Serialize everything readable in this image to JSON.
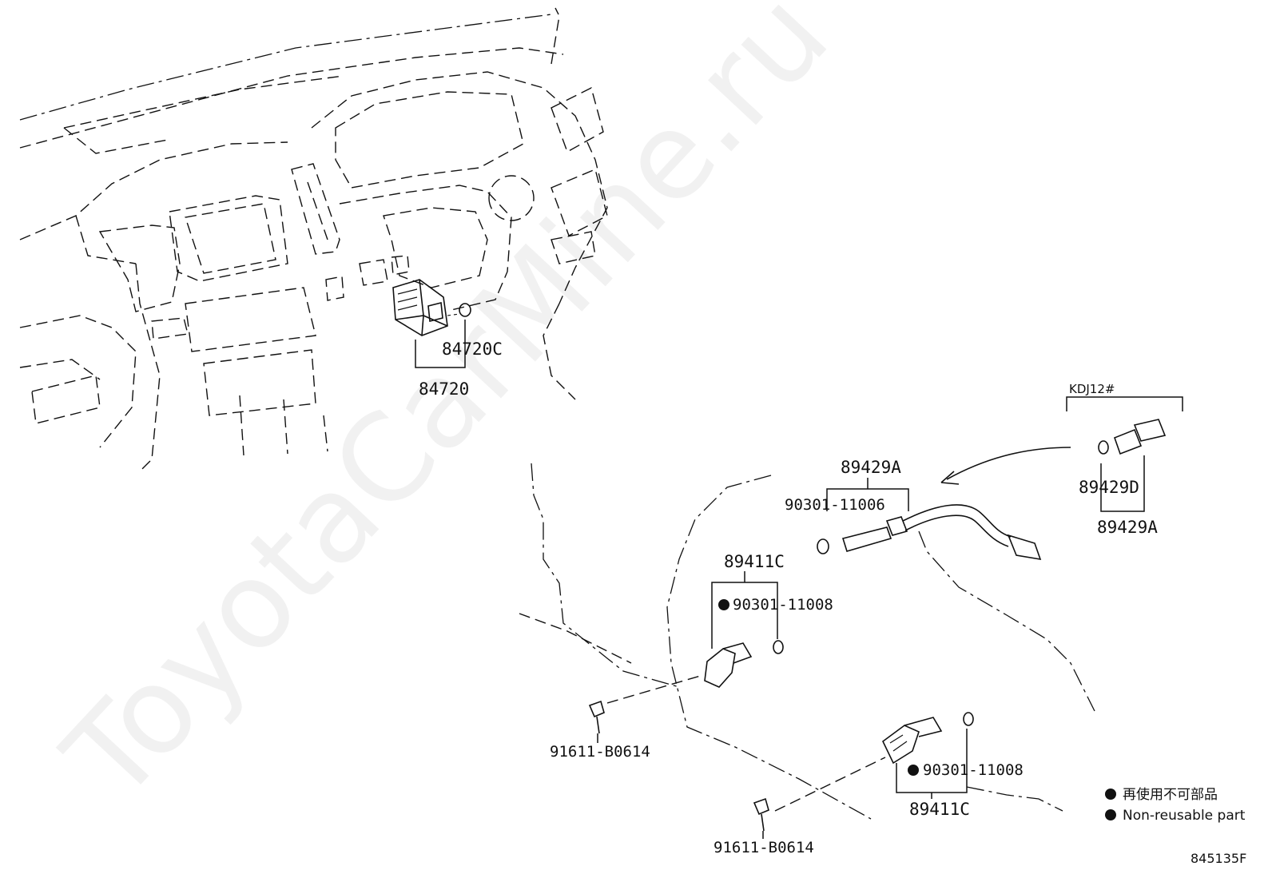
{
  "watermark": "ToyotaCarMine.ru",
  "variant_label": "KDJ12#",
  "diagram_code": "845135F",
  "legend": {
    "jp": "再使用不可部品",
    "en": "Non-reusable part"
  },
  "labels": {
    "p84720C": "84720C",
    "p84720": "84720",
    "p89429A_top": "89429A",
    "p90301_11006": "90301-11006",
    "p89429D": "89429D",
    "p89429A_right": "89429A",
    "p89411C_top": "89411C",
    "p90301_11008_top": "90301-11008",
    "p91611_top": "91611-B0614",
    "p90301_11008_bottom": "90301-11008",
    "p89411C_bottom": "89411C",
    "p91611_bottom": "91611-B0614"
  }
}
